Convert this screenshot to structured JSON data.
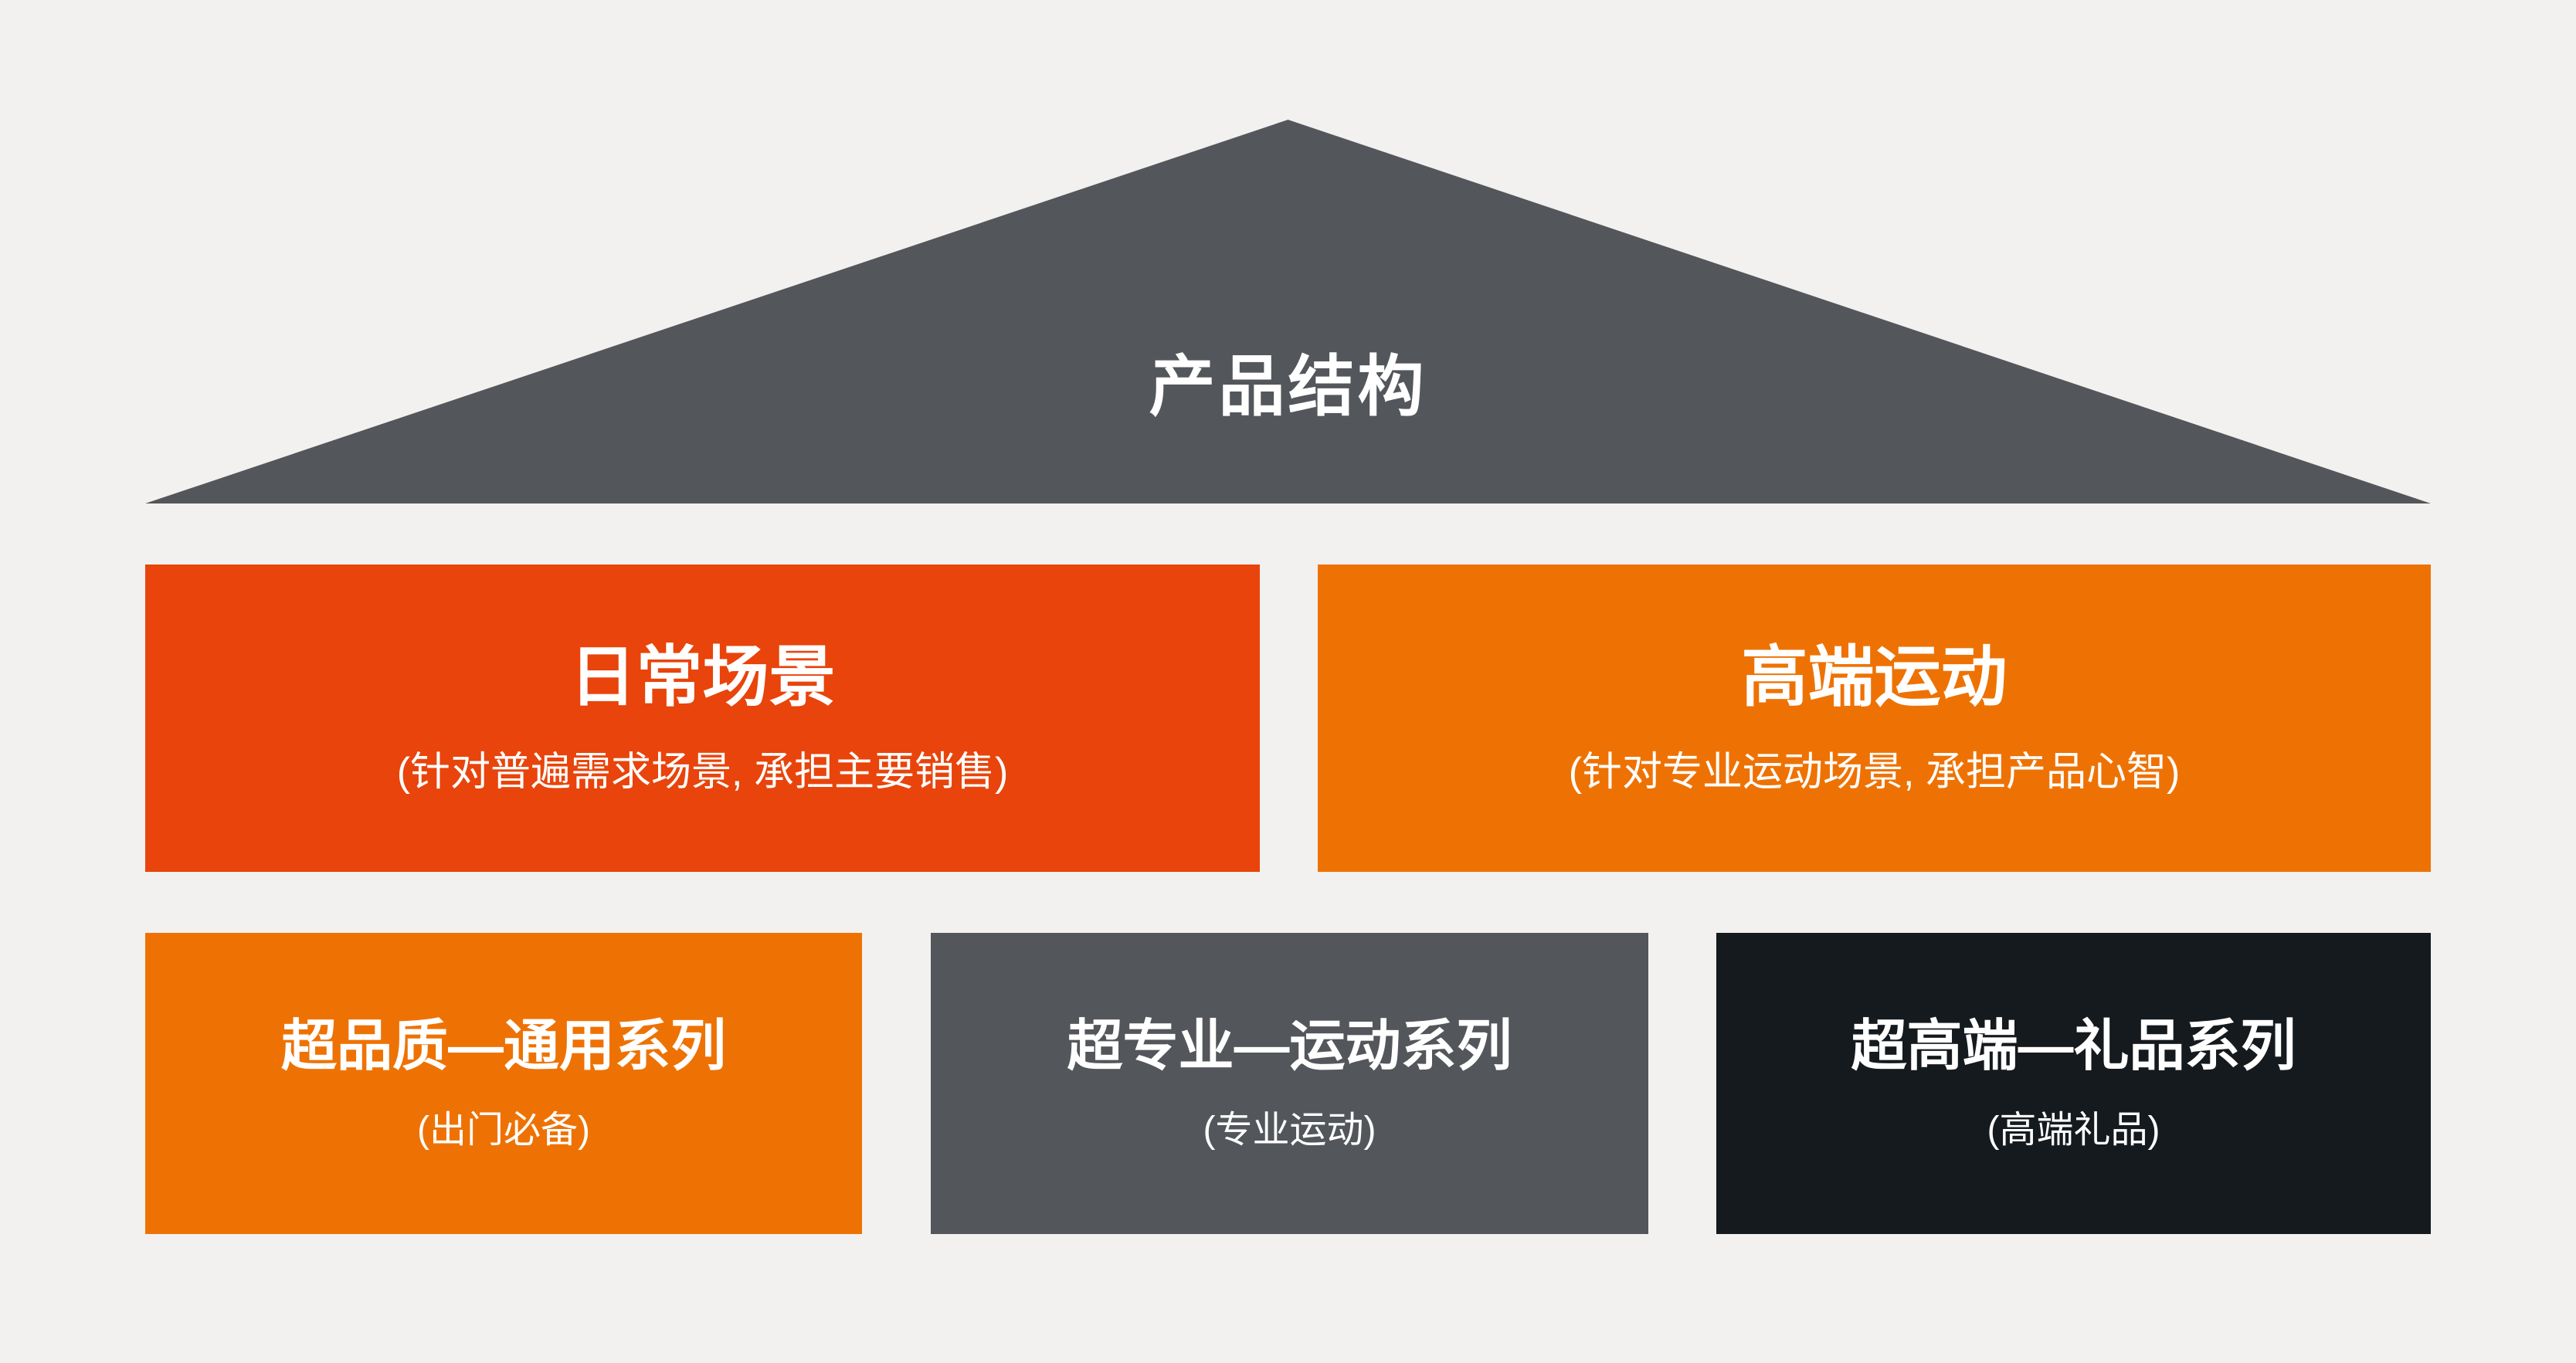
{
  "colors": {
    "background": "#F2F1EF",
    "roof": "#53565A",
    "box_red": "#E8440B",
    "box_orange": "#EE7203",
    "box_gray": "#53565A",
    "box_dark": "#141A1E",
    "text": "#FFFFFF"
  },
  "roof": {
    "title": "产品结构"
  },
  "tier1": [
    {
      "title": "日常场景",
      "subtitle": "(针对普遍需求场景, 承担主要销售)",
      "color": "#E8440B"
    },
    {
      "title": "高端运动",
      "subtitle": "(针对专业运动场景, 承担产品心智)",
      "color": "#EE7203"
    }
  ],
  "tier2": [
    {
      "title": "超品质—通用系列",
      "subtitle": "(出门必备)",
      "color": "#EE7203"
    },
    {
      "title": "超专业—运动系列",
      "subtitle": "(专业运动)",
      "color": "#53565A"
    },
    {
      "title": "超高端—礼品系列",
      "subtitle": "(高端礼品)",
      "color": "#141A1E"
    }
  ]
}
